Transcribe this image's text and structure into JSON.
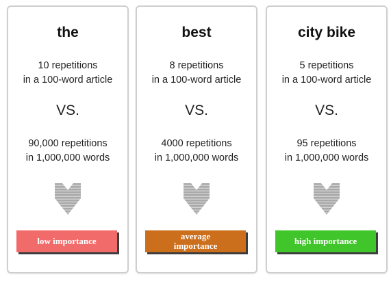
{
  "colors": {
    "low": "#f26b6b",
    "average": "#cc6f1c",
    "high": "#40c62a",
    "chevron": "#a9a9a9"
  },
  "cards": [
    {
      "term": "the",
      "article_line1": "10 repetitions",
      "article_line2": "in a 100-word article",
      "vs": "VS.",
      "corpus_line1": "90,000 repetitions",
      "corpus_line2": "in 1,000,000 words",
      "icon": "chevron-down-icon",
      "badge": "low importance"
    },
    {
      "term": "best",
      "article_line1": "8 repetitions",
      "article_line2": "in a 100-word article",
      "vs": "VS.",
      "corpus_line1": "4000 repetitions",
      "corpus_line2": "in 1,000,000 words",
      "icon": "chevron-down-icon",
      "badge_line1": "average",
      "badge_line2": "importance"
    },
    {
      "term": "city bike",
      "article_line1": "5 repetitions",
      "article_line2": "in a 100-word article",
      "vs": "VS.",
      "corpus_line1": "95 repetitions",
      "corpus_line2": "in 1,000,000 words",
      "icon": "chevron-down-icon",
      "badge": "high importance"
    }
  ]
}
